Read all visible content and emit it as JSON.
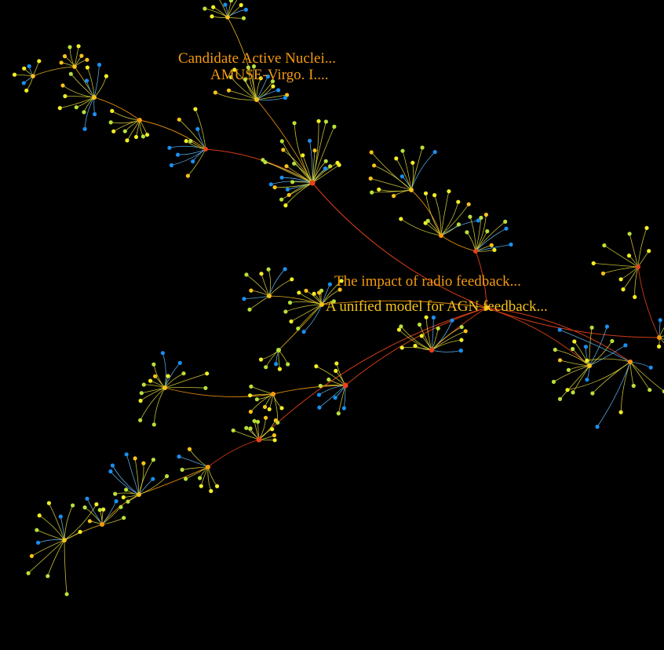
{
  "graph": {
    "background": "#000000",
    "palette": {
      "red": "#e8421a",
      "orange": "#f59a0e",
      "gold": "#f7c21a",
      "yellow": "#f3ee24",
      "lime": "#b9e03a",
      "blue": "#1a8ff0"
    },
    "labels": [
      {
        "id": "label-candidate-agn",
        "text": "Candidate Active Nuclei...",
        "color": "#f59a0e"
      },
      {
        "id": "label-amuse-virgo",
        "text": "AMUSE-Virgo. I....",
        "color": "#f59a0e"
      },
      {
        "id": "label-radio-feedback",
        "text": "The impact of radio feedback...",
        "color": "#f59a0e"
      },
      {
        "id": "label-unified-agn",
        "text": "A unified model for AGN feedback...",
        "color": "#f7c21a"
      }
    ]
  }
}
